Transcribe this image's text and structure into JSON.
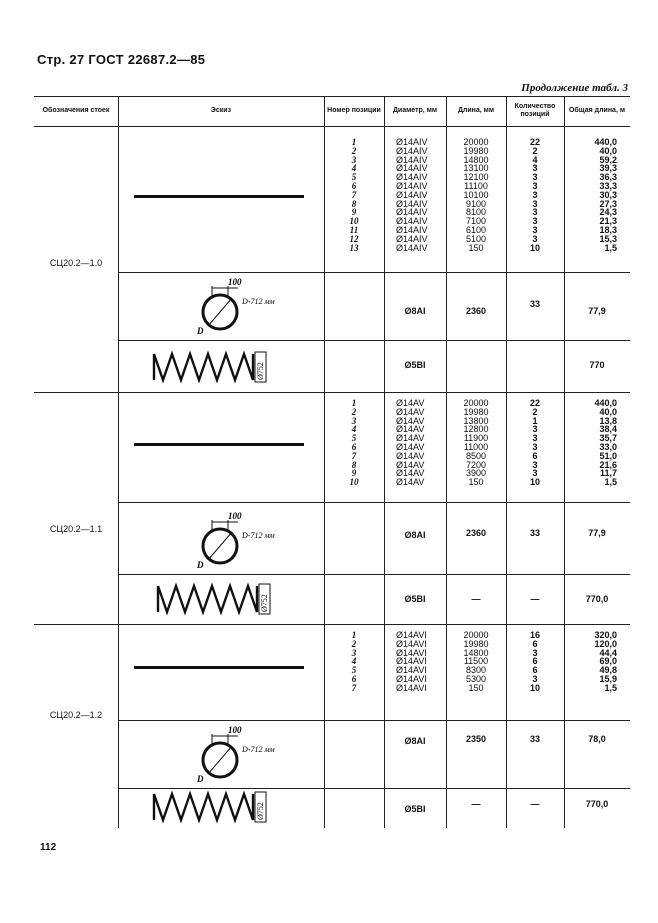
{
  "header": {
    "page_title": "Стр. 27 ГОСТ 22687.2—85",
    "continuation": "Продолжение табл. 3"
  },
  "table": {
    "columns": {
      "designation": "Обозначения стоек",
      "sketch": "Эскиз",
      "position": "Номер позиции",
      "diameter": "Диаметр, мм",
      "length": "Длина, мм",
      "count": "Количество позиций",
      "total_length": "Общая длина, м"
    },
    "groups": [
      {
        "designation": "СЦ20.2—1.0",
        "bars": {
          "positions": "1\n2\n3\n4\n5\n6\n7\n8\n9\n10\n11\n12\n13",
          "diameters": "Ø14AIV\nØ14AIV\nØ14AIV\nØ14AIV\nØ14AIV\nØ14AIV\nØ14AIV\nØ14AIV\nØ14AIV\nØ14AIV\nØ14AIV\nØ14AIV\nØ14AIV",
          "lengths": "20000\n19980\n14800\n13100\n12100\n11100\n10100\n9100\n8100\n7100\n6100\n5100\n150",
          "counts": "22\n2\n4\n3\n3\n3\n3\n3\n3\n3\n3\n3\n10",
          "totals": "440,0\n40,0\n59,2\n39,3\n36,3\n33,3\n30,3\n27,3\n24,3\n21,3\n18,3\n15,3\n1,5"
        },
        "ring": {
          "dim_top": "100",
          "dim_d": "D-712 мм",
          "dim_letter": "D",
          "diameter": "Ø8AI",
          "length": "2360",
          "count": "33",
          "total": "77,9"
        },
        "spiral": {
          "dim_label": "Ø752",
          "diameter": "Ø5BI",
          "length": "",
          "count": "",
          "total": "770"
        }
      },
      {
        "designation": "СЦ20.2—1.1",
        "bars": {
          "positions": "1\n2\n3\n4\n5\n6\n7\n8\n9\n10",
          "diameters": "Ø14AV\nØ14AV\nØ14AV\nØ14AV\nØ14AV\nØ14AV\nØ14AV\nØ14AV\nØ14AV\nØ14AV",
          "lengths": "20000\n19980\n13800\n12800\n11900\n11000\n8500\n7200\n3900\n150",
          "counts": "22\n2\n1\n3\n3\n3\n6\n3\n3\n10",
          "totals": "440,0\n40,0\n13,8\n38,4\n35,7\n33,0\n51,0\n21,6\n11,7\n1,5"
        },
        "ring": {
          "dim_top": "100",
          "dim_d": "D-712 мм",
          "dim_letter": "D",
          "diameter": "Ø8AI",
          "length": "2360",
          "count": "33",
          "total": "77,9"
        },
        "spiral": {
          "dim_label": "Ø752",
          "diameter": "Ø5BI",
          "length": "—",
          "count": "—",
          "total": "770,0"
        }
      },
      {
        "designation": "СЦ20.2—1.2",
        "bars": {
          "positions": "1\n2\n3\n4\n5\n6\n7",
          "diameters": "Ø14AVI\nØ14AVI\nØ14AVI\nØ14AVI\nØ14AVI\nØ14AVI\nØ14AVI",
          "lengths": "20000\n19980\n14800\n11500\n8300\n5300\n150",
          "counts": "16\n6\n3\n6\n6\n3\n10",
          "totals": "320,0\n120,0\n44,4\n69,0\n49,8\n15,9\n1,5"
        },
        "ring": {
          "dim_top": "100",
          "dim_d": "D-712 мм",
          "dim_letter": "D",
          "diameter": "Ø8AI",
          "length": "2350",
          "count": "33",
          "total": "78,0"
        },
        "spiral": {
          "dim_label": "Ø752",
          "diameter": "Ø5BI",
          "length": "—",
          "count": "—",
          "total": "770,0"
        }
      }
    ]
  },
  "footer": {
    "page_number": "112"
  }
}
